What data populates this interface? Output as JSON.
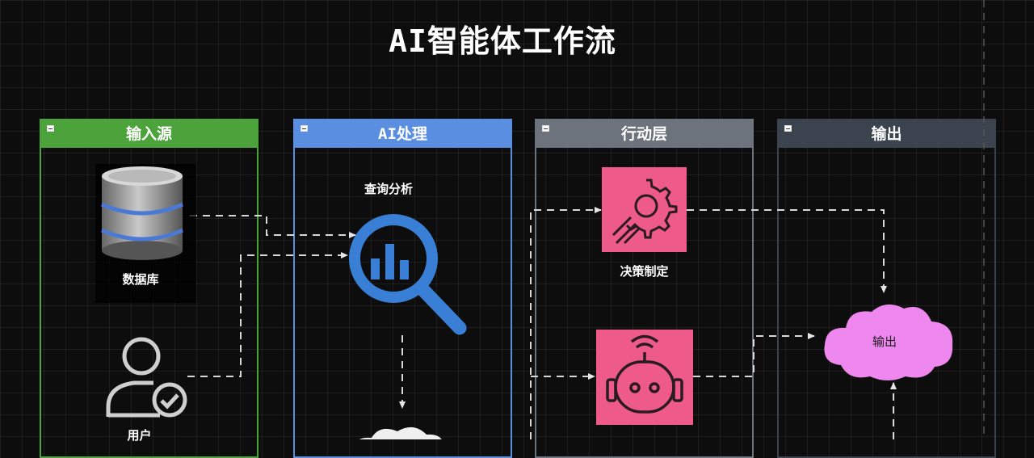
{
  "title": "AI智能体工作流",
  "lanes": [
    {
      "label": "输入源",
      "color": "#4ca33c"
    },
    {
      "label": "AI处理",
      "color": "#5a8ee0"
    },
    {
      "label": "行动层",
      "color": "#6d737c"
    },
    {
      "label": "输出",
      "color": "#3a434e"
    }
  ],
  "nodes": {
    "database": {
      "label": "数据库",
      "icon": "database-icon"
    },
    "user": {
      "label": "用户",
      "icon": "user-check-icon"
    },
    "query": {
      "label": "查询分析",
      "icon": "magnifier-chart-icon"
    },
    "decision": {
      "label": "决策制定",
      "icon": "gear-icon"
    },
    "robot": {
      "label": "",
      "icon": "robot-icon"
    },
    "output": {
      "label": "输出",
      "icon": "cloud-icon"
    }
  },
  "colors": {
    "node_pink": "#ee5a8a",
    "cloud": "#ee88ee",
    "magnifier": "#3a7fd6"
  }
}
